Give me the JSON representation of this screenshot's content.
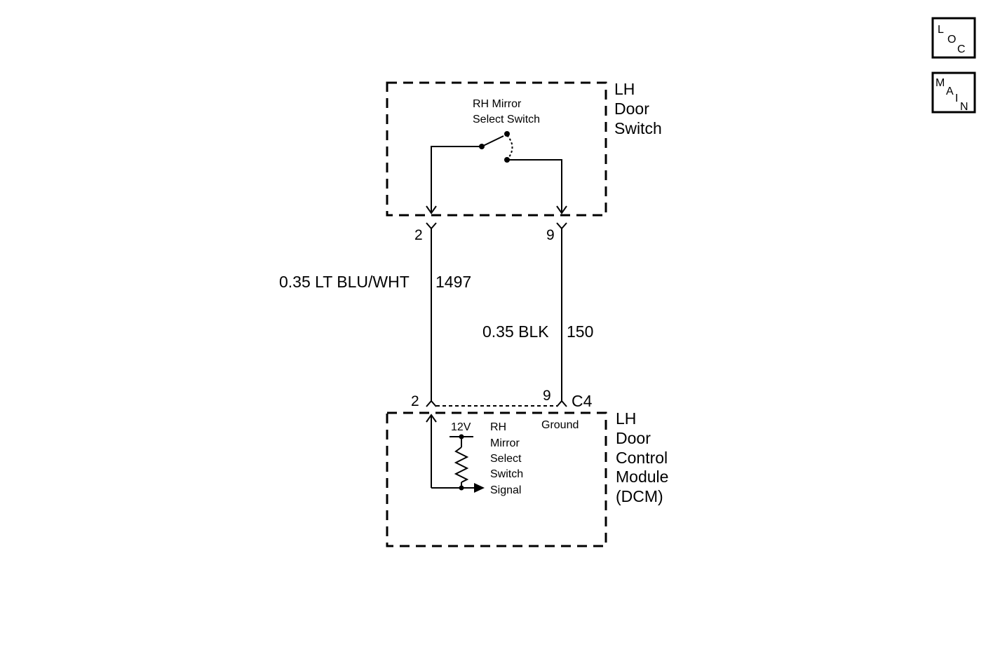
{
  "nav": {
    "loc": {
      "l1": "L",
      "l2": "O",
      "l3": "C"
    },
    "main": {
      "l1": "M",
      "l2": "A",
      "l3": "I",
      "l4": "N"
    }
  },
  "door_switch": {
    "title_line1": "LH",
    "title_line2": "Door",
    "title_line3": "Switch",
    "switch_line1": "RH Mirror",
    "switch_line2": "Select Switch",
    "pin_left": "2",
    "pin_right": "9"
  },
  "wires": {
    "left": {
      "label": "0.35 LT BLU/WHT",
      "circuit": "1497"
    },
    "right": {
      "label": "0.35 BLK",
      "circuit": "150"
    }
  },
  "dcm": {
    "pin_left": "2",
    "pin_right": "9",
    "connector": "C4",
    "ground": "Ground",
    "voltage": "12V",
    "signal_line1": "RH",
    "signal_line2": "Mirror",
    "signal_line3": "Select",
    "signal_line4": "Switch",
    "signal_line5": "Signal",
    "title_line1": "LH",
    "title_line2": "Door",
    "title_line3": "Control",
    "title_line4": "Module",
    "title_line5": "(DCM)"
  }
}
